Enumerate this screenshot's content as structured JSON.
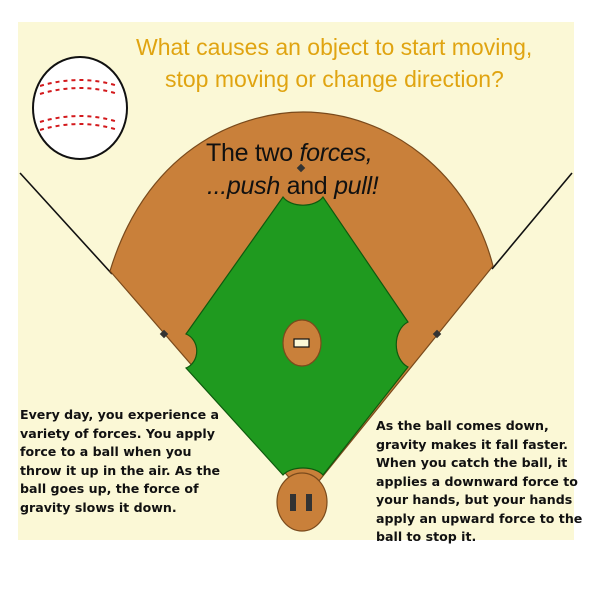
{
  "title": {
    "line1": "What causes an object to start moving,",
    "line2": "stop moving or change direction?"
  },
  "forces_text": {
    "line1_prefix": "The two ",
    "line1_italic": "forces,",
    "line2_italic_push": "...push",
    "line2_and": " and ",
    "line2_italic_pull": "pull!"
  },
  "left_paragraph": [
    "Every day, you experience a",
    "variety of forces. You apply",
    "force to a ball when you",
    "throw it up in the air. As the",
    "ball goes up, the force of",
    "gravity slows it down."
  ],
  "right_paragraph": [
    "As the ball comes down,",
    "gravity makes it fall faster.",
    "When you catch the ball, it",
    "applies a downward force to",
    "your hands, but your hands",
    "apply an upward force to the",
    "ball to stop it."
  ],
  "colors": {
    "background": "#fbf8d6",
    "title": "#e0a411",
    "dirt": "#c9803a",
    "grass": "#1f9a1f",
    "text": "#111111",
    "stitch": "#d3191c"
  },
  "icons": [
    "baseball-icon",
    "baseball-field-diagram"
  ]
}
